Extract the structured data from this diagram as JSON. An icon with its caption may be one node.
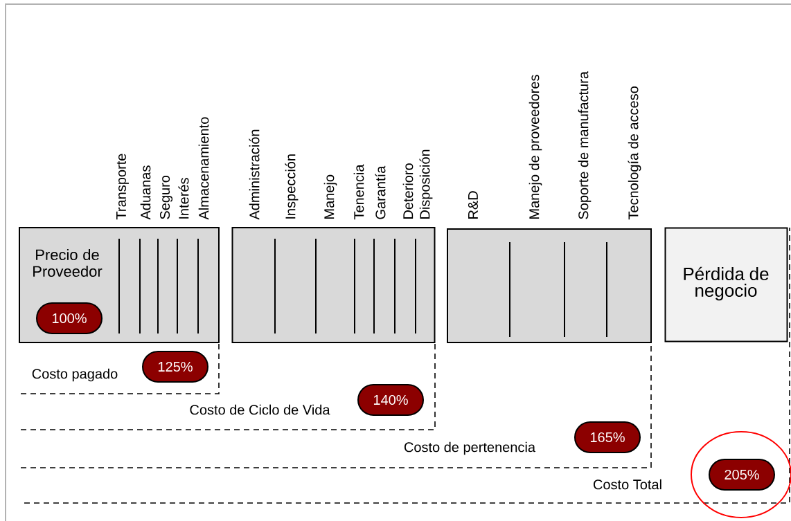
{
  "diagram": {
    "nodes": [
      {
        "text": [
          "Precio de Proveedor"
        ]
      },
      {
        "text": [
          "100%"
        ],
        "in": 0
      },
      {
        "text": [],
        "shape": "box"
      },
      {
        "text": [],
        "shape": "box"
      },
      {
        "text": [
          "Pérdida de negocio"
        ]
      },
      {
        "text": [
          "125%"
        ]
      },
      {
        "text": [
          "140%"
        ]
      },
      {
        "text": [
          "165%"
        ]
      },
      {
        "text": [
          "205%"
        ]
      }
    ],
    "labels": [
      "Transporte",
      "Aduanas",
      "Seguro",
      "Interés",
      "Almacenamiento",
      "Administración",
      "Inspección",
      "Manejo",
      "Tenencia",
      "Garantía",
      "Deterioro",
      "Disposición",
      "R&D",
      "Manejo de proveedores",
      "Soporte de manufactura",
      "Tecnología de acceso",
      "Costo pagado",
      "Costo de Ciclo de Vida",
      "Costo de pertenencia",
      "Costo Total"
    ]
  }
}
